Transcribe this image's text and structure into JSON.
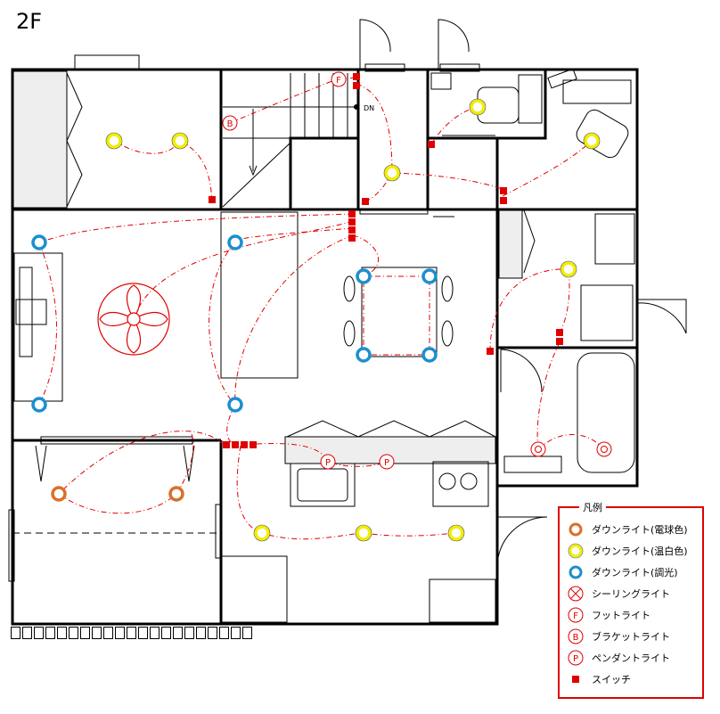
{
  "floor_label": "2F",
  "stair_label": "DN",
  "colors": {
    "wall": "#000000",
    "wiring": "#e00000",
    "switch": "#e00000",
    "downlight_warm": "#d9702a",
    "downlight_warm_white": "#f2ee00",
    "downlight_dimmable": "#1b8fd0",
    "closet": "#eeeeee"
  },
  "markers": {
    "foot": "F",
    "bracket": "B",
    "pendant": "P"
  },
  "legend": {
    "title": "凡例",
    "items": [
      {
        "icon": "downlight-warm-icon",
        "label": "ダウンライト(電球色)"
      },
      {
        "icon": "downlight-warm-white-icon",
        "label": "ダウンライト(温白色)"
      },
      {
        "icon": "downlight-dimmable-icon",
        "label": "ダウンライト(調光)"
      },
      {
        "icon": "ceiling-light-icon",
        "label": "シーリングライト"
      },
      {
        "icon": "foot-light-icon",
        "label": "フットライト"
      },
      {
        "icon": "bracket-light-icon",
        "label": "ブラケットライト"
      },
      {
        "icon": "pendant-light-icon",
        "label": "ペンダントライト"
      },
      {
        "icon": "switch-icon",
        "label": "スイッチ"
      }
    ]
  }
}
